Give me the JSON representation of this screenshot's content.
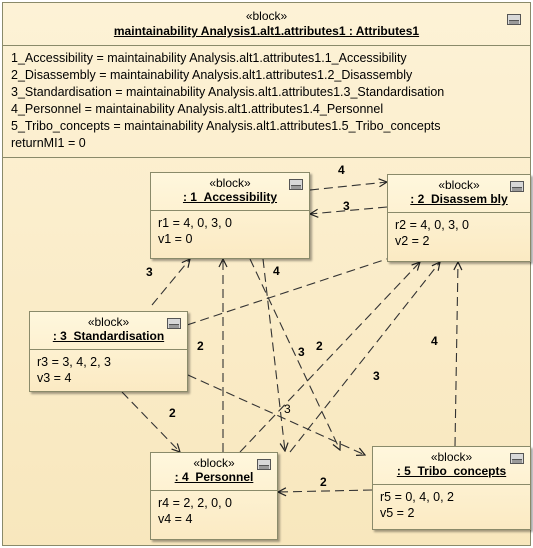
{
  "outer": {
    "stereotype": "«block»",
    "title": "maintainability Analysis1.alt1.attributes1 : Attributes1",
    "attributes": [
      "1_Accessibility = maintainability Analysis.alt1.attributes1.1_Accessibility",
      "2_Disassembly = maintainability Analysis.alt1.attributes1.2_Disassembly",
      "3_Standardisation = maintainability Analysis.alt1.attributes1.3_Standardisation",
      "4_Personnel = maintainability Analysis.alt1.attributes1.4_Personnel",
      "5_Tribo_concepts = maintainability Analysis.alt1.attributes1.5_Tribo_concepts",
      "returnMI1 = 0"
    ]
  },
  "blocks": {
    "accessibility": {
      "stereotype": "«block»",
      "name": ": 1_Accessibility",
      "r": "r1 = 4, 0, 3, 0",
      "v": "v1 = 0"
    },
    "disassembly": {
      "stereotype": "«block»",
      "name": ": 2_Disassem bly",
      "r": "r2 = 4, 0, 3, 0",
      "v": "v2 = 2"
    },
    "standardisation": {
      "stereotype": "«block»",
      "name": ": 3_Standardisation",
      "r": "r3 = 3, 4, 2, 3",
      "v": "v3 = 4"
    },
    "personnel": {
      "stereotype": "«block»",
      "name": ": 4_Personnel",
      "r": "r4 = 2, 2, 0, 0",
      "v": "v4 = 4"
    },
    "tribo": {
      "stereotype": "«block»",
      "name": ": 5_Tribo_concepts",
      "r": "r5 = 0, 4, 0, 2",
      "v": "v5 = 2"
    }
  },
  "edge_labels": {
    "acc_dis": "4",
    "dis_acc": "3",
    "std_acc": "3",
    "acc_per": "4",
    "per_acc": "2",
    "acc_pers_b": "3",
    "dis_per": "2",
    "tri_dis": "4",
    "per_dis": "3",
    "std_per": "2",
    "std_tri": "3",
    "tri_per": "2"
  }
}
